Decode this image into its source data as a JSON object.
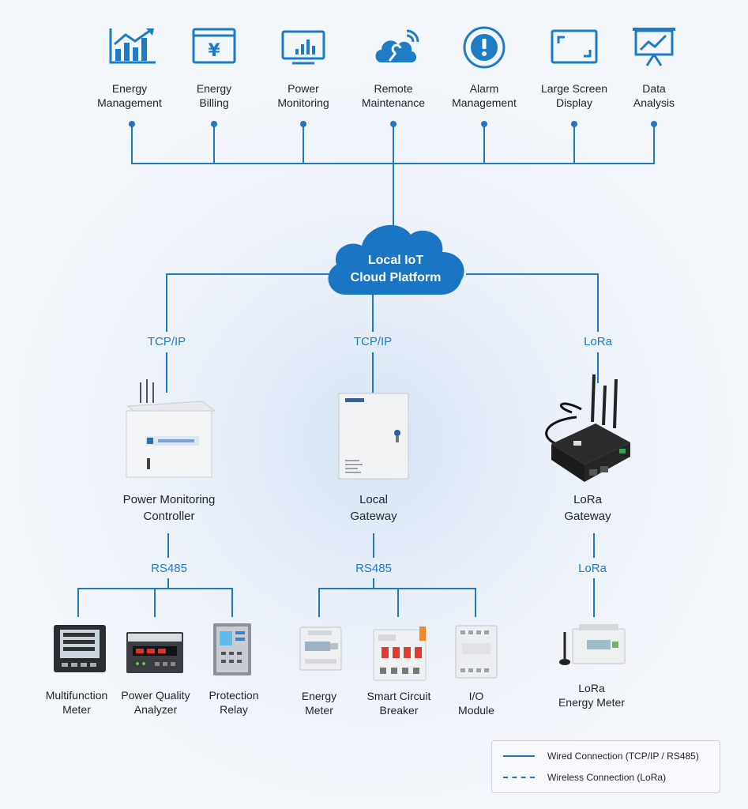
{
  "services": [
    {
      "icon": "bar-chart-icon",
      "lines": [
        "Energy",
        "Management"
      ]
    },
    {
      "icon": "yen-billing-icon",
      "lines": [
        "Energy",
        "Billing"
      ]
    },
    {
      "icon": "monitor-chart-icon",
      "lines": [
        "Power",
        "Monitoring"
      ]
    },
    {
      "icon": "cloud-wrench-icon",
      "lines": [
        "Remote",
        "Maintenance"
      ]
    },
    {
      "icon": "alarm-exclamation-icon",
      "lines": [
        "Alarm",
        "Management"
      ]
    },
    {
      "icon": "large-screen-icon",
      "lines": [
        "Large Screen",
        "Display"
      ]
    },
    {
      "icon": "presentation-chart-icon",
      "lines": [
        "Data",
        "Analysis"
      ]
    }
  ],
  "cloud": {
    "lines": [
      "Local IoT",
      "Cloud Platform"
    ]
  },
  "branches": [
    {
      "protocol_up": "TCP/IP",
      "device": [
        "Power Monitoring",
        "Controller"
      ],
      "protocol_down": "RS485",
      "children": [
        {
          "lines": [
            "Multifunction",
            "Meter"
          ]
        },
        {
          "lines": [
            "Power Quality",
            "Analyzer"
          ]
        },
        {
          "lines": [
            "Protection",
            "Relay"
          ]
        }
      ]
    },
    {
      "protocol_up": "TCP/IP",
      "device": [
        "Local",
        "Gateway"
      ],
      "protocol_down": "RS485",
      "children": [
        {
          "lines": [
            "Energy",
            "Meter"
          ]
        },
        {
          "lines": [
            "Smart Circuit",
            "Breaker"
          ]
        },
        {
          "lines": [
            "I/O",
            "Module"
          ]
        }
      ]
    },
    {
      "protocol_up": "LoRa",
      "device": [
        "LoRa",
        "Gateway"
      ],
      "protocol_down": "LoRa",
      "children": [
        {
          "lines": [
            "LoRa",
            "Energy Meter"
          ]
        }
      ]
    }
  ],
  "legend": {
    "wired": "Wired Connection (TCP/IP / RS485)",
    "wireless": "Wireless Connection (LoRa)"
  },
  "colors": {
    "accent": "#1e7cc4",
    "cloud": "#1a75c2",
    "line": "#1f78c1"
  }
}
